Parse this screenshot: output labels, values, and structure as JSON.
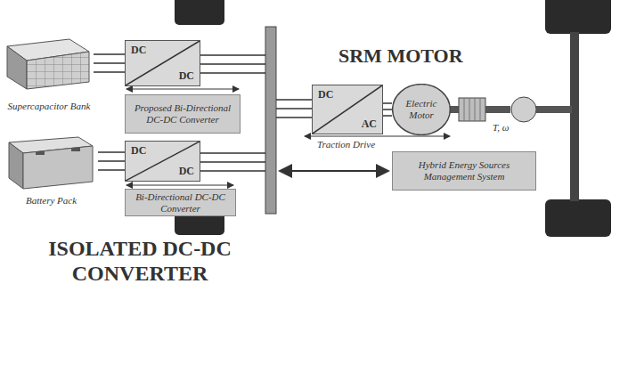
{
  "diagram": {
    "nodes": [
      {
        "text": [
          "Supercapacitor Bank"
        ]
      },
      {
        "text": [
          "DC",
          "DC"
        ]
      },
      {
        "text": [
          "Proposed Bi-Directional DC-DC Converter"
        ]
      },
      {
        "text": [
          "Battery Pack"
        ]
      },
      {
        "text": [
          "DC",
          "DC"
        ]
      },
      {
        "text": [
          "Bi-Directional DC-DC Converter"
        ]
      },
      {
        "text": [
          "DC",
          "AC"
        ]
      },
      {
        "text": [
          "Electric Motor"
        ]
      },
      {
        "text": [
          "Hybrid Energy Sources Management System"
        ]
      }
    ],
    "edges": [
      {
        "from": 0,
        "to": 1,
        "arrow": "none"
      },
      {
        "from": 3,
        "to": 4,
        "arrow": "none"
      },
      {
        "from": 6,
        "to": 7,
        "arrow": "none"
      }
    ],
    "labels": [
      "SRM MOTOR",
      "Traction Drive",
      "T, ω",
      "ISOLATED DC-DC CONVERTER"
    ]
  }
}
